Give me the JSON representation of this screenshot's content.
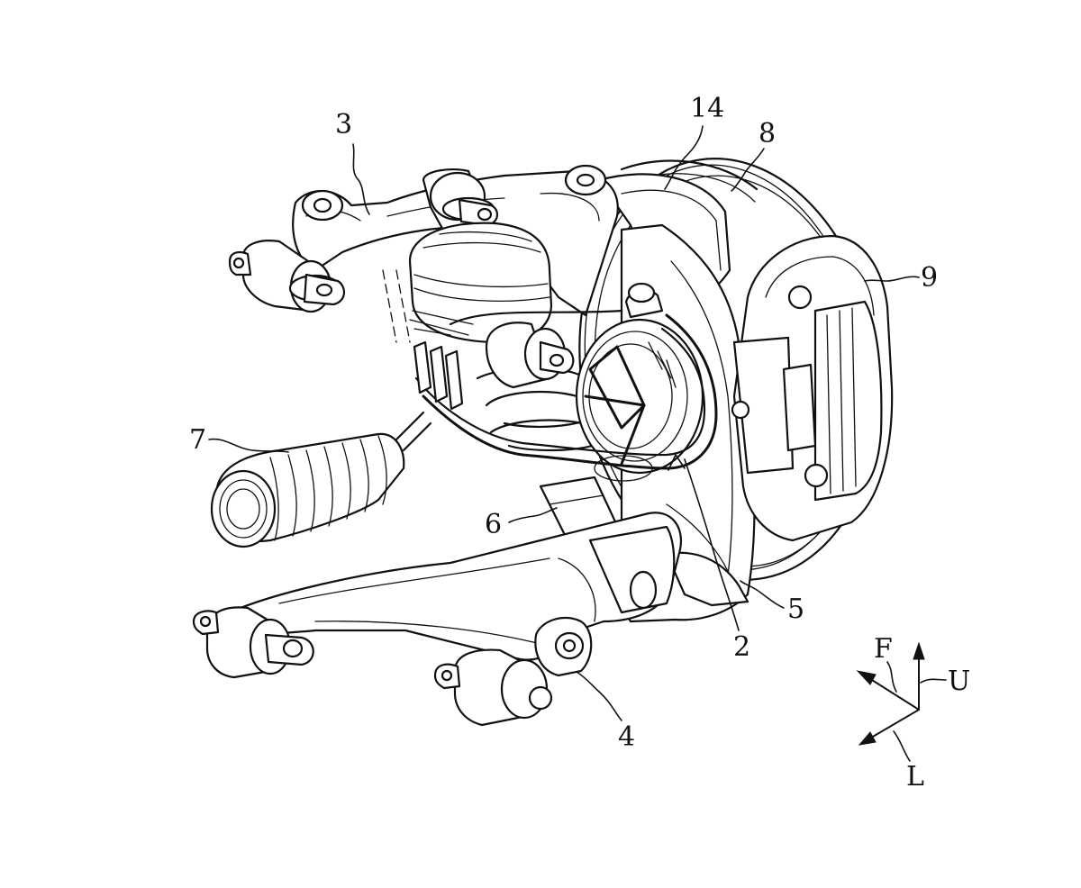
{
  "labels": {
    "l3": "3",
    "l14": "14",
    "l8": "8",
    "l9": "9",
    "l7": "7",
    "l6": "6",
    "l5": "5",
    "l2": "2",
    "l4": "4"
  },
  "axes": {
    "f": "F",
    "u": "U",
    "l": "L"
  }
}
